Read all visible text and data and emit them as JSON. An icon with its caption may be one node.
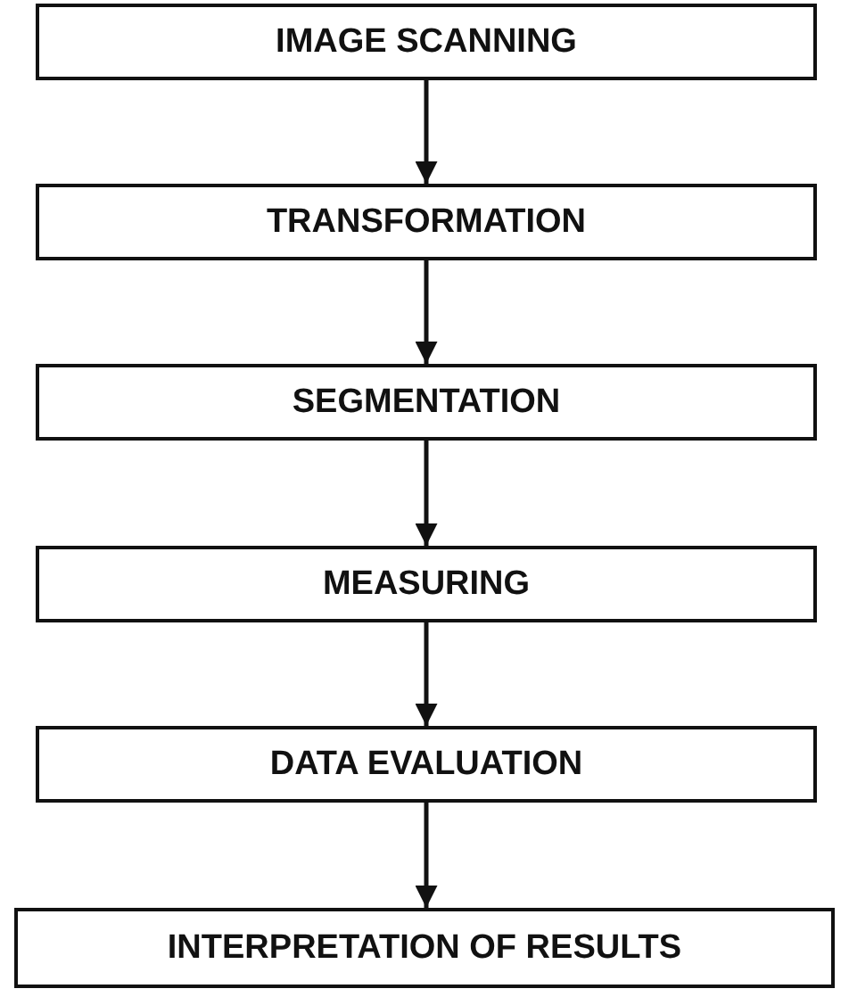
{
  "diagram": {
    "nodes": [
      {
        "text": [
          "IMAGE SCANNING"
        ]
      },
      {
        "text": [
          "TRANSFORMATION"
        ]
      },
      {
        "text": [
          "SEGMENTATION"
        ]
      },
      {
        "text": [
          "MEASURING"
        ]
      },
      {
        "text": [
          "DATA EVALUATION"
        ]
      },
      {
        "text": [
          "INTERPRETATION OF RESULTS"
        ]
      }
    ],
    "edges": [
      {
        "from": 0,
        "to": 1,
        "arrow": "to"
      },
      {
        "from": 1,
        "to": 2,
        "arrow": "to"
      },
      {
        "from": 2,
        "to": 3,
        "arrow": "to"
      },
      {
        "from": 3,
        "to": 4,
        "arrow": "to"
      },
      {
        "from": 4,
        "to": 5,
        "arrow": "to"
      }
    ]
  }
}
